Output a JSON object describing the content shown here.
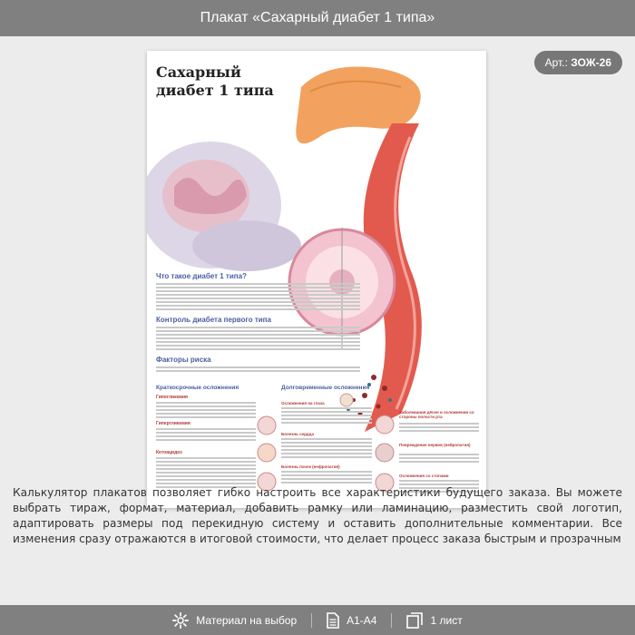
{
  "header": {
    "title": "Плакат «Сахарный диабет 1 типа»"
  },
  "badge": {
    "prefix": "Арт.:",
    "code": "ЗОЖ-26"
  },
  "poster": {
    "title_line1": "Сахарный",
    "title_line2": "диабет 1 типа",
    "section_what": "Что такое диабет 1 типа?",
    "section_control": "Контроль диабета первого типа",
    "section_risk": "Факторы риска",
    "section_short": "Краткосрочные осложнения",
    "section_long": "Долговременные осложнения",
    "sub_hypoglycemia": "Гипогликемия",
    "sub_hyperglycemia": "Гипергликемия",
    "sub_ketoacidosis": "Кетоацидоз",
    "sub_eyes": "Осложнения на глаза",
    "sub_heart": "Болезнь сердца",
    "sub_kidney": "Болезнь почек (нефропатия)",
    "sub_gums": "Заболевания дёсен и осложнения со стороны полости рта",
    "sub_nerves": "Повреждение нервов (нейропатия)",
    "sub_feet": "Осложнения со стопами"
  },
  "description": "Калькулятор плакатов позволяет гибко настроить все характеристики будущего заказа. Вы можете выбрать тираж, формат, материал, добавить рамку или ламинацию, разместить свой логотип, адаптировать размеры под перекидную систему и оставить дополнительные комментарии. Все изменения сразу отражаются в итоговой стоимости, что делает процесс заказа быстрым и прозрачным",
  "footer": {
    "material": "Материал на выбор",
    "format": "А1-А4",
    "sheets": "1 лист"
  },
  "colors": {
    "bar": "#808080",
    "accent_blue": "#4a5ea0",
    "accent_red": "#b23a3a"
  }
}
